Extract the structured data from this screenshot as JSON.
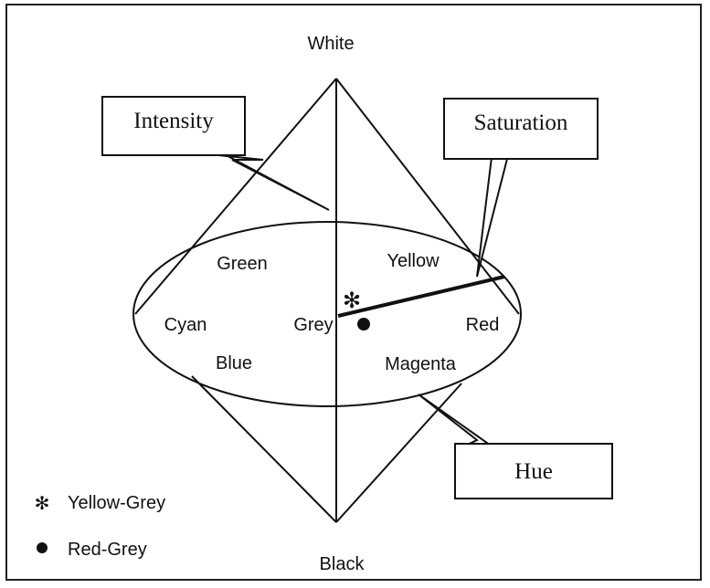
{
  "vertices": {
    "top": "White",
    "bottom": "Black"
  },
  "hues": {
    "green": "Green",
    "yellow": "Yellow",
    "cyan": "Cyan",
    "grey": "Grey",
    "red": "Red",
    "blue": "Blue",
    "magenta": "Magenta"
  },
  "callouts": {
    "intensity": "Intensity",
    "saturation": "Saturation",
    "hue": "Hue"
  },
  "legend": [
    {
      "symbol": "asterisk",
      "label": "Yellow-Grey"
    },
    {
      "symbol": "dot",
      "label": "Red-Grey"
    }
  ]
}
